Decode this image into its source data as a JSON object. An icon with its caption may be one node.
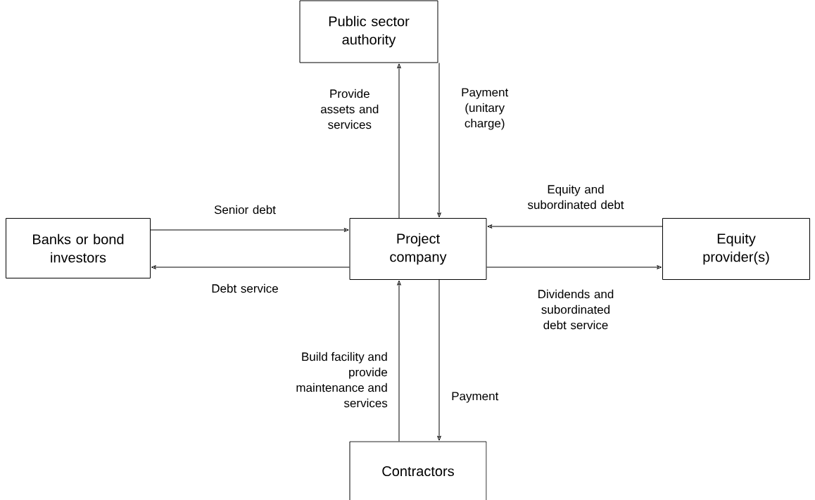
{
  "diagram": {
    "nodes": [
      {
        "text": [
          "Public sector authority"
        ]
      },
      {
        "text": [
          "Banks or bond investors"
        ]
      },
      {
        "text": [
          "Project company"
        ]
      },
      {
        "text": [
          "Equity provider(s)"
        ]
      },
      {
        "text": [
          "Contractors"
        ]
      }
    ],
    "edges": [
      {
        "from": 2,
        "to": 0,
        "arrow": "to",
        "label": "Provide assets and services"
      },
      {
        "from": 0,
        "to": 2,
        "arrow": "to",
        "label": "Payment (unitary charge)"
      },
      {
        "from": 1,
        "to": 2,
        "arrow": "to",
        "label": "Senior debt"
      },
      {
        "from": 2,
        "to": 1,
        "arrow": "to",
        "label": "Debt service"
      },
      {
        "from": 3,
        "to": 2,
        "arrow": "to",
        "label": "Equity and subordinated debt"
      },
      {
        "from": 2,
        "to": 3,
        "arrow": "to",
        "label": "Dividends and subordinated debt service"
      },
      {
        "from": 4,
        "to": 2,
        "arrow": "to",
        "label": "Build facility and provide maintenance and services"
      },
      {
        "from": 2,
        "to": 4,
        "arrow": "to",
        "label": "Payment"
      }
    ]
  }
}
